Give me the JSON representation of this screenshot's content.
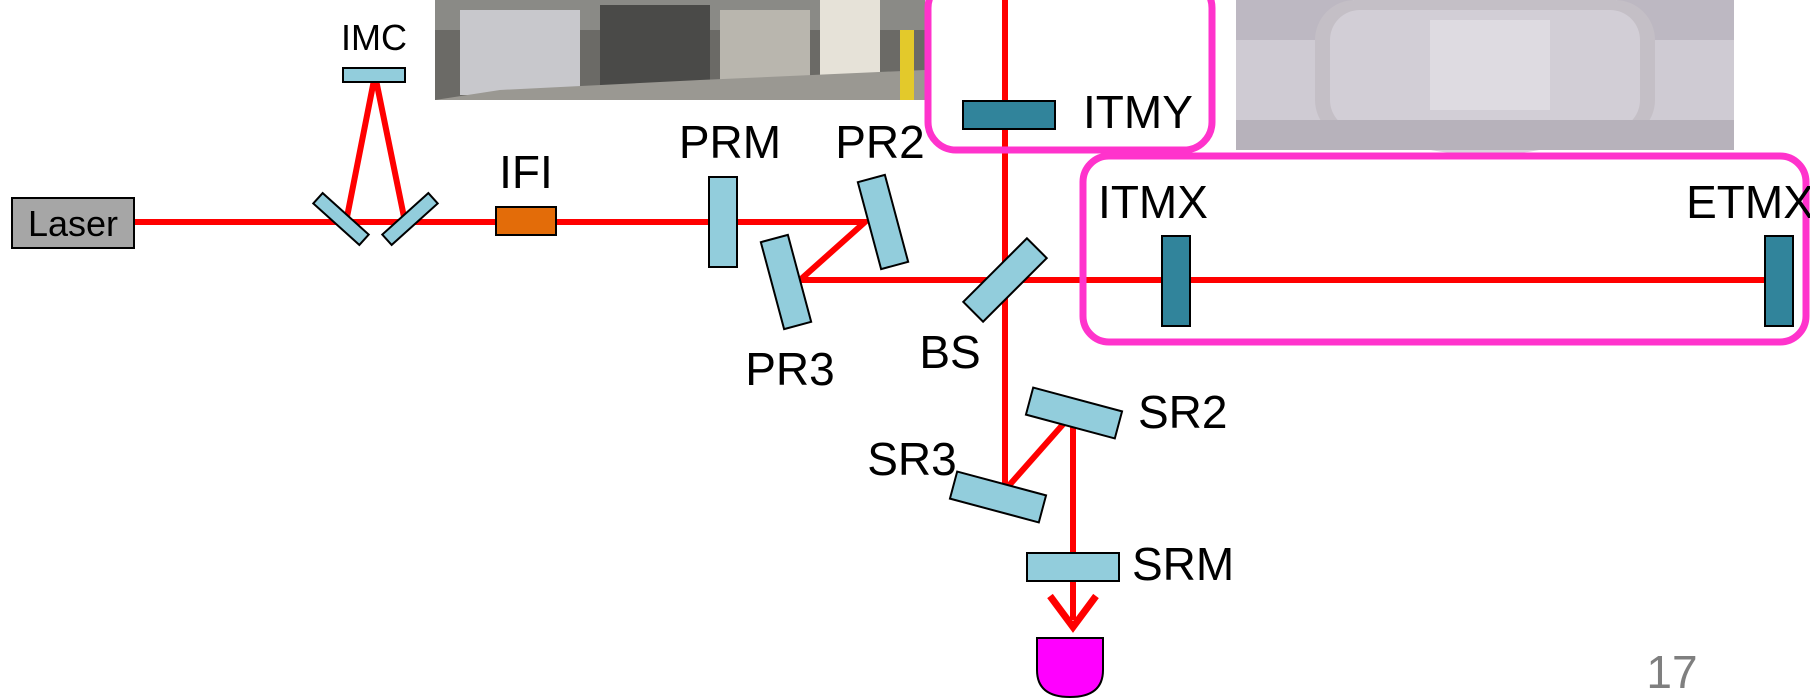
{
  "diagram": {
    "labels": {
      "laser": "Laser",
      "imc": "IMC",
      "ifi": "IFI",
      "prm": "PRM",
      "pr2": "PR2",
      "pr3": "PR3",
      "bs": "BS",
      "itmy": "ITMY",
      "itmx": "ITMX",
      "etmx": "ETMX",
      "sr2": "SR2",
      "sr3": "SR3",
      "srm": "SRM"
    },
    "page_number": "17"
  },
  "colors": {
    "beam": "#ff0000",
    "mirror_light": "#92cddc",
    "mirror_dark": "#31849b",
    "isolator": "#e36c09",
    "laser_box": "#a6a6a6",
    "highlight_box": "#ff33cc",
    "detector": "#ff00ff"
  }
}
